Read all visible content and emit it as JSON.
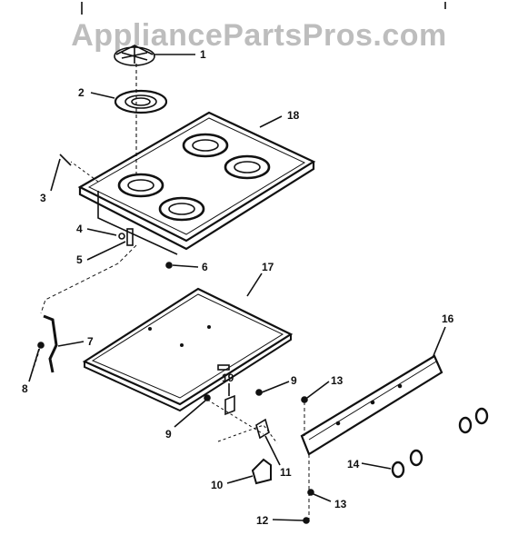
{
  "watermark": "AppliancePartsPros.com",
  "parts": [
    {
      "id": "p1",
      "label": "1",
      "name": "burner-cap"
    },
    {
      "id": "p2",
      "label": "2",
      "name": "burner-ring"
    },
    {
      "id": "p3",
      "label": "3",
      "name": "screw"
    },
    {
      "id": "p4",
      "label": "4",
      "name": "clip"
    },
    {
      "id": "p5",
      "label": "5",
      "name": "hinge-bracket"
    },
    {
      "id": "p6",
      "label": "6",
      "name": "screw"
    },
    {
      "id": "p7",
      "label": "7",
      "name": "support-rod"
    },
    {
      "id": "p8",
      "label": "8",
      "name": "fastener"
    },
    {
      "id": "p9a",
      "label": "9",
      "name": "screw"
    },
    {
      "id": "p9b",
      "label": "9",
      "name": "screw"
    },
    {
      "id": "p10",
      "label": "10",
      "name": "bracket"
    },
    {
      "id": "p11",
      "label": "11",
      "name": "clip"
    },
    {
      "id": "p12",
      "label": "12",
      "name": "screw"
    },
    {
      "id": "p13a",
      "label": "13",
      "name": "screw"
    },
    {
      "id": "p13b",
      "label": "13",
      "name": "screw"
    },
    {
      "id": "p14",
      "label": "14",
      "name": "knobs"
    },
    {
      "id": "p16",
      "label": "16",
      "name": "control-panel"
    },
    {
      "id": "p17",
      "label": "17",
      "name": "burner-box"
    },
    {
      "id": "p18",
      "label": "18",
      "name": "cooktop"
    },
    {
      "id": "p19",
      "label": "19",
      "name": "bracket"
    }
  ]
}
